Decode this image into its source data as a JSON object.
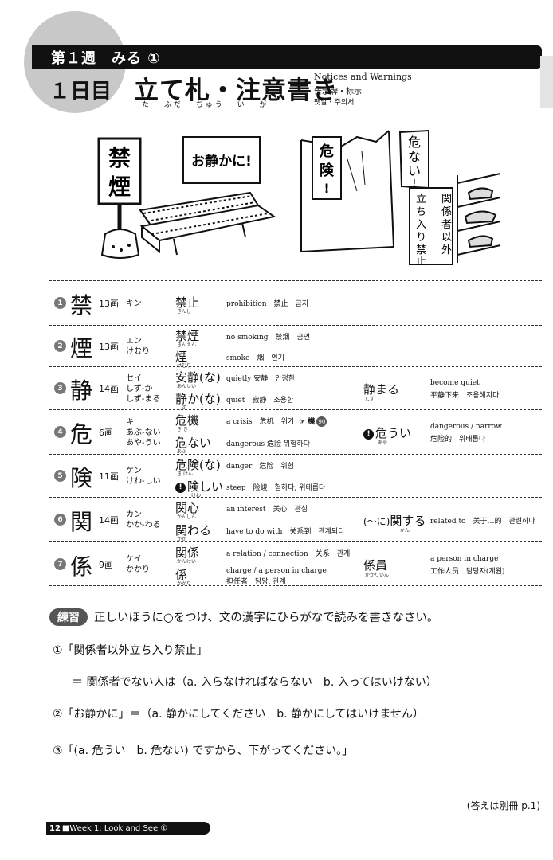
{
  "header": {
    "week": "第１週　みる ①",
    "day": "１日目",
    "title": "立て札・注意書き",
    "title_ruby": "た ふだ ちゅう い が",
    "en": "Notices and Warnings",
    "zh": "告示牌・标示",
    "ko": "팻말・주의서"
  },
  "illustration": {
    "sign_smoking": [
      "禁",
      "煙"
    ],
    "sign_quiet": "お静かに!",
    "sign_danger": [
      "危",
      "険",
      "!"
    ],
    "sign_unsafe": [
      "危",
      "な",
      "い",
      "!"
    ],
    "sign_staff": [
      "関係者以外",
      "立ち入り禁止"
    ]
  },
  "kanji": [
    {
      "num": "1",
      "char": "禁",
      "strokes": "13画",
      "readings": [
        "キン"
      ],
      "vocab": [
        {
          "word": "禁止",
          "ruby": "きんし",
          "trans": "prohibition　禁止　금지"
        }
      ]
    },
    {
      "num": "2",
      "char": "煙",
      "strokes": "13画",
      "readings": [
        "エン",
        "けむり"
      ],
      "vocab": [
        {
          "word": "禁煙",
          "ruby": "きんえん",
          "trans": "no smoking　禁烟　금연"
        },
        {
          "word": "煙",
          "ruby": "けむり",
          "trans": "smoke　烟　연기"
        }
      ]
    },
    {
      "num": "3",
      "char": "静",
      "strokes": "14画",
      "readings": [
        "セイ",
        "しず-か",
        "しず-まる"
      ],
      "vocab": [
        {
          "word": "安静(な)",
          "ruby": "あんせい",
          "trans": "quietly 安静　안정한"
        },
        {
          "word": "静か(な)",
          "ruby": "しず",
          "trans": "quiet　寂静　조용한"
        }
      ],
      "extra": {
        "word": "静まる",
        "ruby": "しず",
        "trans1": "become quiet",
        "trans2": "平静下来　조용해지다"
      }
    },
    {
      "num": "4",
      "char": "危",
      "strokes": "6画",
      "readings": [
        "キ",
        "あぶ-ない",
        "あや-うい"
      ],
      "vocab": [
        {
          "word": "危機",
          "ruby": "き き",
          "trans": "a crisis　危机　위기",
          "ref": "☞ 機",
          "refnum": "90"
        },
        {
          "word": "危ない",
          "ruby": "あぶ",
          "trans": "dangerous 危险 위험하다"
        }
      ],
      "extra": {
        "warn": "!",
        "word": "危うい",
        "ruby": "あや",
        "trans1": "dangerous / narrow",
        "trans2": "危险的　위태롭다"
      }
    },
    {
      "num": "5",
      "char": "険",
      "strokes": "11画",
      "readings": [
        "ケン",
        "けわ-しい"
      ],
      "vocab": [
        {
          "word": "危険(な)",
          "ruby": "き けん",
          "trans": "danger　危险　위험"
        },
        {
          "warn": "!",
          "word": "険しい",
          "ruby": "けわ",
          "trans": "steep　险峻　험하다, 위태롭다"
        }
      ]
    },
    {
      "num": "6",
      "char": "関",
      "strokes": "14画",
      "readings": [
        "カン",
        "かか-わる"
      ],
      "vocab": [
        {
          "word": "関心",
          "ruby": "かんしん",
          "trans": "an interest　关心　관심"
        },
        {
          "word": "関わる",
          "ruby": "かか",
          "trans": "have to do with　关系到　관계되다"
        }
      ],
      "extra": {
        "prefix": "(～に)",
        "word": "関する",
        "ruby": "かん",
        "trans1": "related to　关于…的　관련하다",
        "trans2": ""
      }
    },
    {
      "num": "7",
      "char": "係",
      "strokes": "9画",
      "readings": [
        "ケイ",
        "かかり"
      ],
      "vocab": [
        {
          "word": "関係",
          "ruby": "かんけい",
          "trans": "a relation / connection　关系　관계"
        },
        {
          "word": "係",
          "ruby": "かかり",
          "trans": "charge / a person in charge",
          "trans_b": "担任者　담당, 관계"
        }
      ],
      "extra": {
        "word": "係員",
        "ruby": "かかりいん",
        "trans1": "a person in charge",
        "trans2": "工作人员　담당자(계원)"
      }
    }
  ],
  "practice": {
    "badge": "練習",
    "instruction": "正しいほうに○をつけ、文の漢字にひらがなで読みを書きなさい。",
    "q1": "①「関係者以外立ち入り禁止」",
    "q1b": "＝ 関係者でない人は（a. 入らなければならない　b. 入ってはいけない）",
    "q2": "②「お静かに」＝（a. 静かにしてください　b. 静かにしてはいけません）",
    "q3": "③「(a. 危うい　b. 危ない) ですから、下がってください。」",
    "answer": "(答えは別冊 p.1)"
  },
  "footer": {
    "page": "12",
    "label": "■Week 1: Look and See ①"
  }
}
